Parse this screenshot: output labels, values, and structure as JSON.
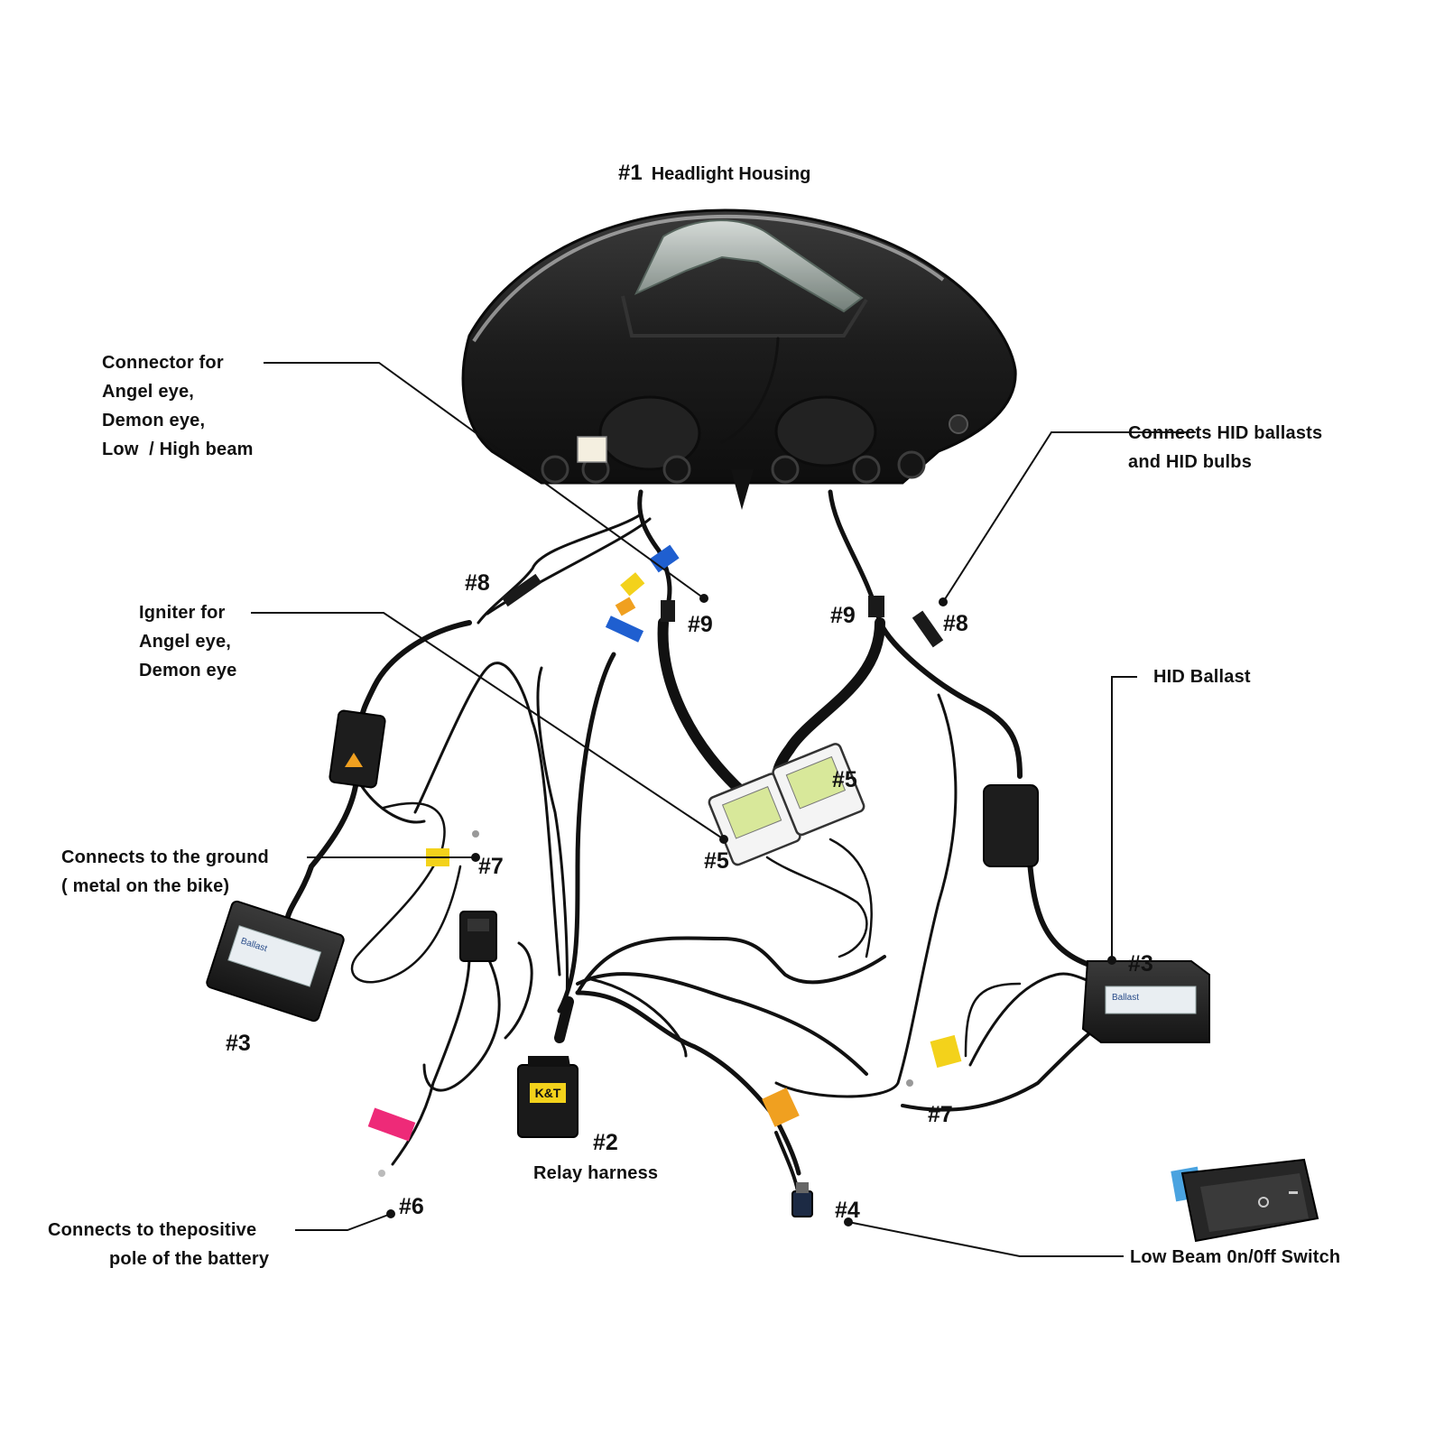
{
  "title": {
    "number": "#1",
    "text": "Headlight Housing"
  },
  "callouts": {
    "connector": [
      "Connector for",
      "Angel eye,",
      "Demon eye,",
      "Low  / High beam"
    ],
    "igniter": [
      "Igniter for",
      "Angel eye,",
      "Demon eye"
    ],
    "ground": [
      "Connects to the ground",
      "( metal on the bike)"
    ],
    "battery": [
      "Connects to thepositive",
      "pole of the battery"
    ],
    "hid_connect": [
      "Connects HID ballasts",
      "and HID bulbs"
    ],
    "hid_ballast": "HID Ballast",
    "low_beam_switch": "Low Beam 0n/0ff Switch",
    "relay_harness": "Relay harness"
  },
  "part_numbers": {
    "n2": "#2",
    "n3_left": "#3",
    "n3_right": "#3",
    "n4": "#4",
    "n5_left": "#5",
    "n5_right": "#5",
    "n6": "#6",
    "n7_left": "#7",
    "n7_right": "#7",
    "n8_left": "#8",
    "n8_right": "#8",
    "n9_left": "#9",
    "n9_right": "#9"
  },
  "component_print": {
    "relay_brand": "K&T",
    "ballast_brand": "Ballast"
  },
  "colors": {
    "cable": "#111111",
    "housing": "#1c1c1c",
    "tape_blue": "#1f5fd0",
    "tape_yellow": "#f3d21b",
    "tape_orange": "#f0a020",
    "tape_pink": "#ee2a78",
    "switch_blue": "#4aa3e0"
  },
  "icons": [
    "headlight-housing",
    "hid-ballast",
    "igniter",
    "relay",
    "rocker-switch",
    "connector"
  ]
}
